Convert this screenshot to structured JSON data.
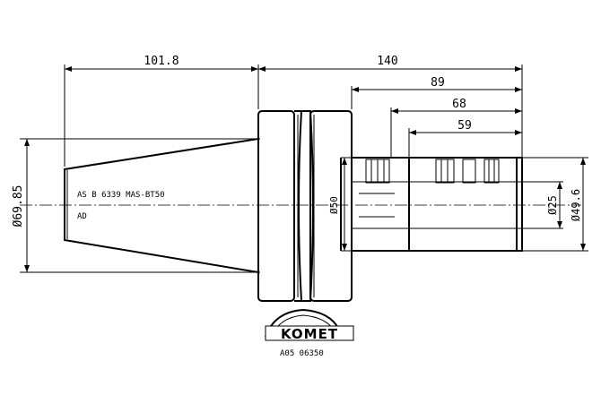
{
  "dimensions": {
    "taper_length": "101.8",
    "overall_length": "140",
    "length_89": "89",
    "length_68": "68",
    "length_59": "59",
    "taper_diameter": "Ø69.85",
    "flange_diameter": "Ø50",
    "bore_diameter": "Ø25",
    "body_diameter": "Ø49.6"
  },
  "annotations": {
    "standard": "AS B 6339 MAS-BT50",
    "variant": "AD"
  },
  "logo": {
    "brand": "KOMET",
    "part_number": "A05 06350"
  }
}
